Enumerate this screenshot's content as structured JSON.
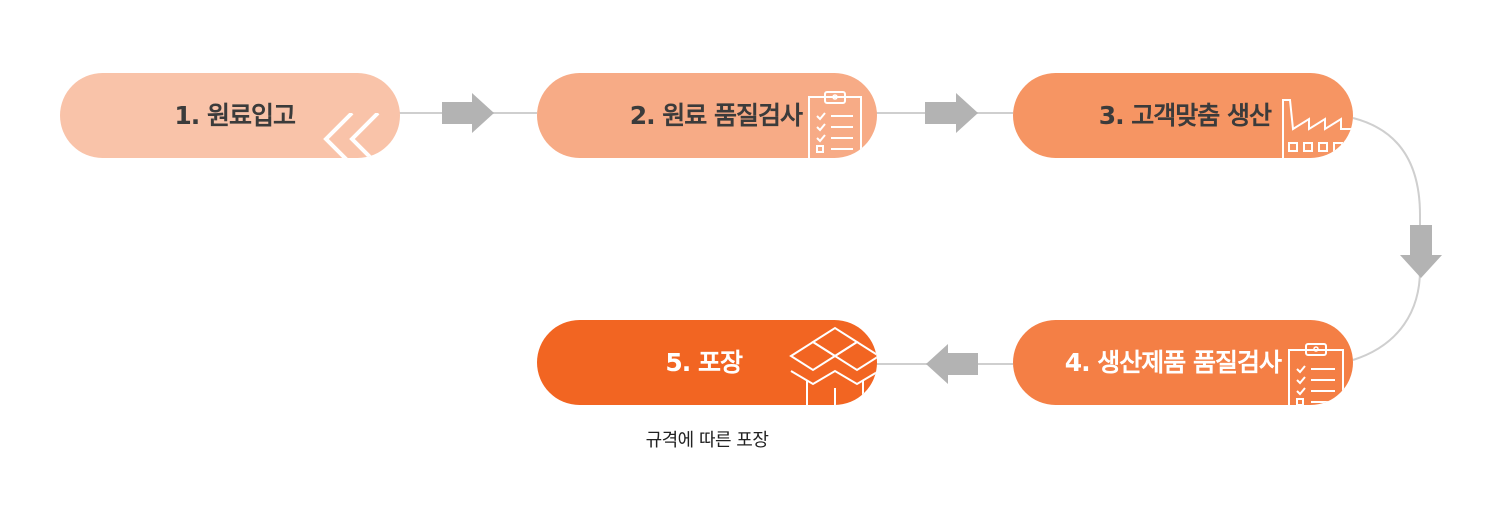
{
  "colors": {
    "step1": "#f9c3a9",
    "step2": "#f7ab86",
    "step3": "#f69563",
    "step4": "#f47f45",
    "step5": "#f26522",
    "connector_line": "#cfcfcf",
    "arrow": "#b3b3b3"
  },
  "steps": [
    {
      "label": "1. 원료입고",
      "icon": "double-chevron-left-icon"
    },
    {
      "label": "2. 원료 품질검사",
      "icon": "clipboard-checklist-icon"
    },
    {
      "label": "3. 고객맞춤 생산",
      "icon": "factory-icon"
    },
    {
      "label": "4. 생산제품 품질검사",
      "icon": "clipboard-checklist-icon"
    },
    {
      "label": "5. 포장",
      "icon": "open-box-icon"
    }
  ],
  "step5_caption": "규격에 따른 포장"
}
